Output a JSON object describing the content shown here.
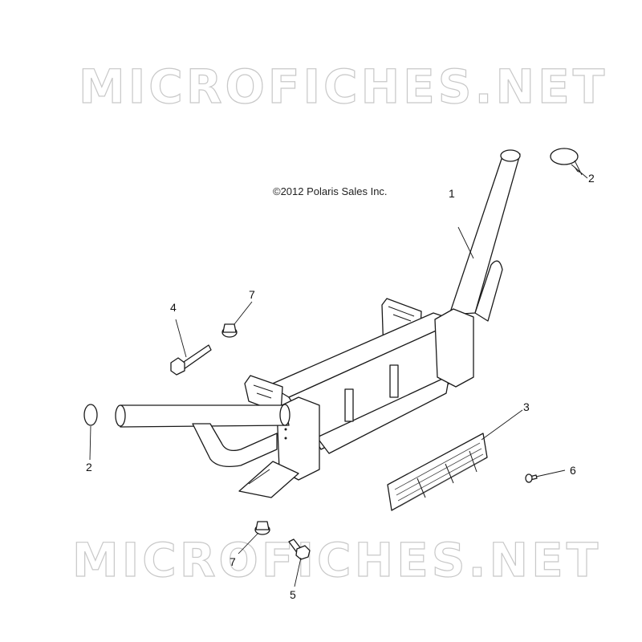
{
  "watermark": {
    "text_top": "MICROFICHES.NET",
    "text_bottom": "MICROFICHES.NET"
  },
  "copyright": "©2012 Polaris Sales Inc.",
  "callouts": [
    {
      "id": "c1",
      "label": "1"
    },
    {
      "id": "c2a",
      "label": "2"
    },
    {
      "id": "c2b",
      "label": "2"
    },
    {
      "id": "c3",
      "label": "3"
    },
    {
      "id": "c4",
      "label": "4"
    },
    {
      "id": "c5",
      "label": "5"
    },
    {
      "id": "c6",
      "label": "6"
    },
    {
      "id": "c7a",
      "label": "7"
    },
    {
      "id": "c7b",
      "label": "7"
    }
  ]
}
